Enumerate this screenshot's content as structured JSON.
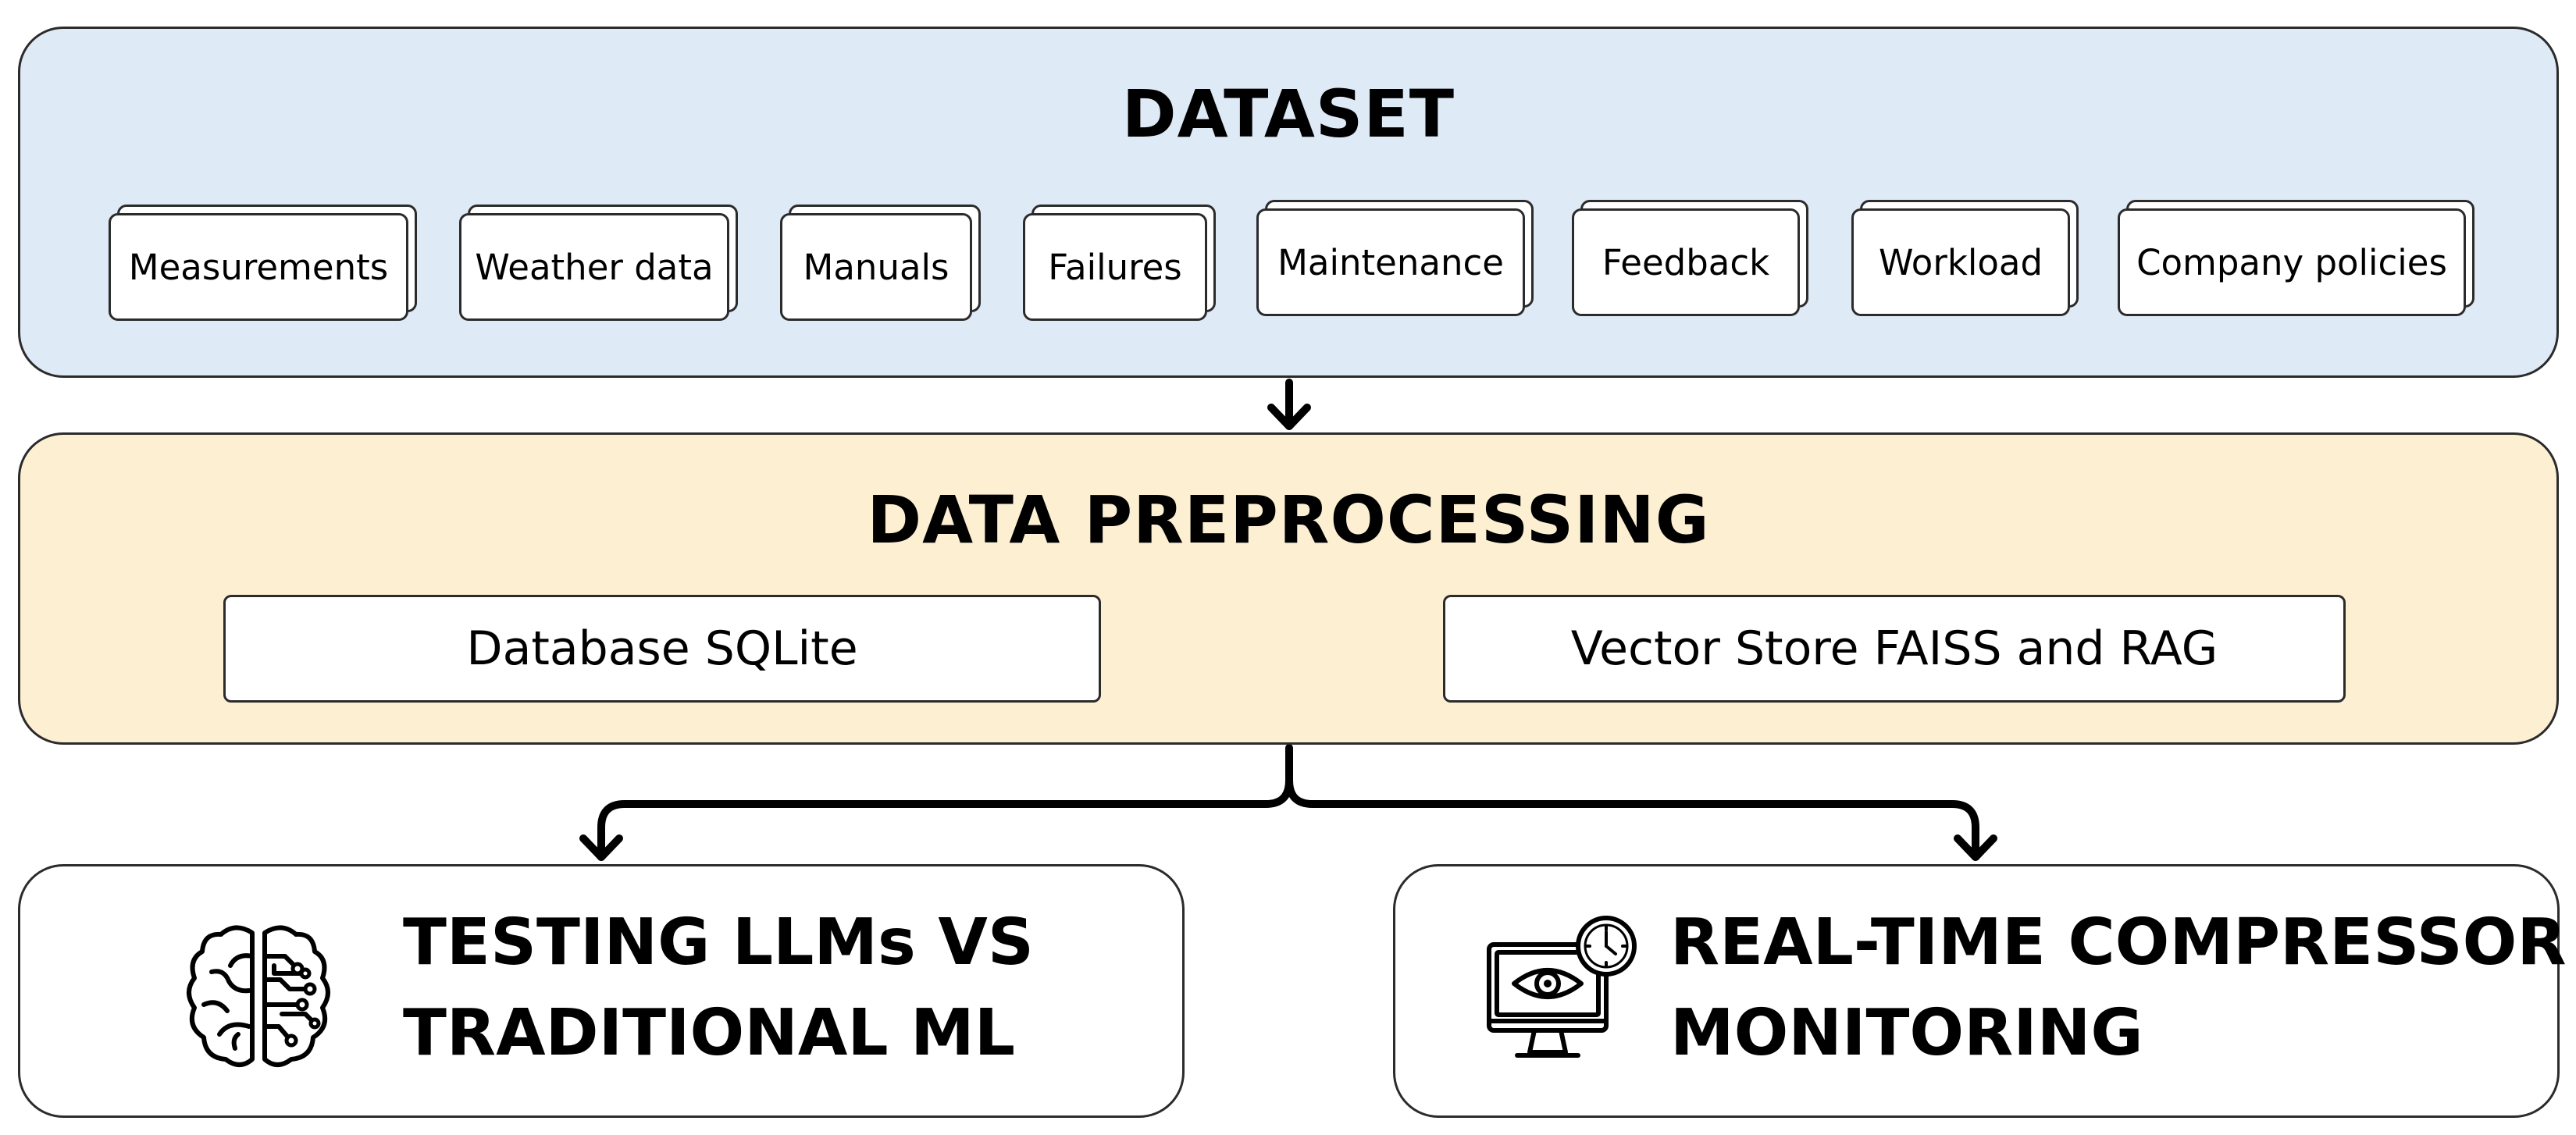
{
  "dataset": {
    "title": "DATASET",
    "items": [
      "Measurements",
      "Weather data",
      "Manuals",
      "Failures",
      "Maintenance",
      "Feedback",
      "Workload",
      "Company policies"
    ]
  },
  "preprocessing": {
    "title": "DATA PREPROCESSING",
    "database": "Database SQLite",
    "vector_store": "Vector Store FAISS and RAG"
  },
  "llm": {
    "line1": "TESTING LLMs VS",
    "line2": "TRADITIONAL ML",
    "icon": "brain-circuit-icon"
  },
  "monitoring": {
    "line1": "REAL-TIME COMPRESSOR",
    "line2": "MONITORING",
    "icon": "monitor-eye-clock-icon"
  },
  "colors": {
    "dataset_bg": "#dfeaf7",
    "preprocessing_bg": "#fcefd2",
    "border": "#2b2b2b"
  }
}
